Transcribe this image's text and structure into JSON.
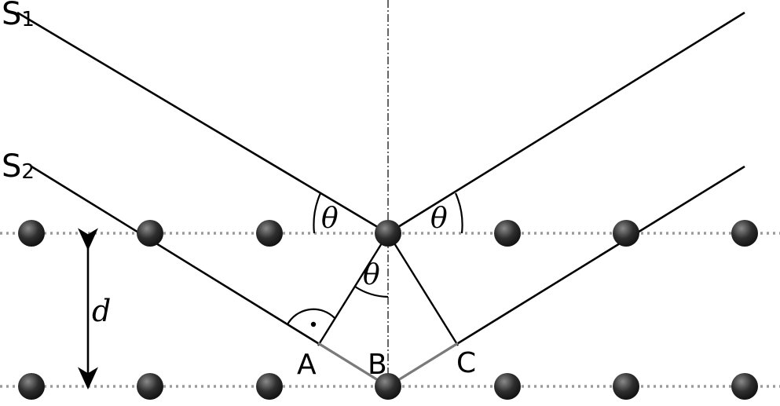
{
  "diagram": {
    "labels": {
      "source_1": "S",
      "source_1_sub": "1",
      "source_2": "S",
      "source_2_sub": "2",
      "point_a": "A",
      "point_b": "B",
      "point_c": "C",
      "spacing": "d",
      "angle_incident": "θ",
      "angle_reflected": "θ",
      "angle_inner": "θ"
    },
    "colors": {
      "ray": "#000000",
      "lattice_line": "#9a9a9a",
      "path_difference": "#7a7a7a",
      "atom_dark": "#1a1a1a",
      "atom_light": "#8a8a8a"
    },
    "atom_rows": 2,
    "atoms_per_row": 7
  }
}
